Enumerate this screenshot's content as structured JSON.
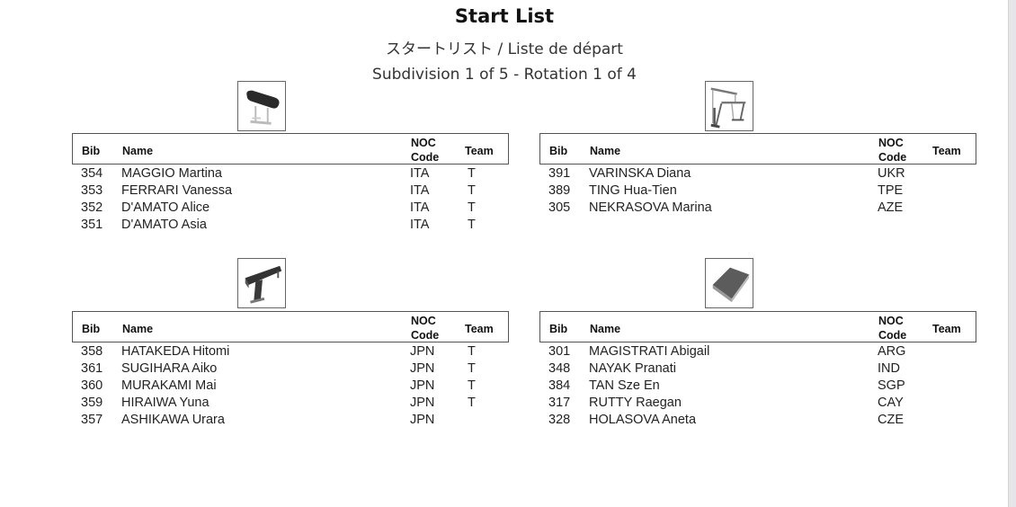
{
  "header": {
    "title": "Start List",
    "subtitle": "スタートリスト / Liste de départ",
    "subdivision": "Subdivision 1 of 5 - Rotation 1 of 4"
  },
  "columns": {
    "bib": "Bib",
    "name": "Name",
    "noc_line1": "NOC",
    "noc_line2": "Code",
    "team": "Team"
  },
  "groups": [
    {
      "apparatus_icon": "vault-icon",
      "rows": [
        {
          "bib": "354",
          "name": "MAGGIO Martina",
          "noc": "ITA",
          "team": "T"
        },
        {
          "bib": "353",
          "name": "FERRARI Vanessa",
          "noc": "ITA",
          "team": "T"
        },
        {
          "bib": "352",
          "name": "D'AMATO Alice",
          "noc": "ITA",
          "team": "T"
        },
        {
          "bib": "351",
          "name": "D'AMATO Asia",
          "noc": "ITA",
          "team": "T"
        }
      ]
    },
    {
      "apparatus_icon": "uneven-bars-icon",
      "rows": [
        {
          "bib": "391",
          "name": "VARINSKA Diana",
          "noc": "UKR",
          "team": ""
        },
        {
          "bib": "389",
          "name": "TING Hua-Tien",
          "noc": "TPE",
          "team": ""
        },
        {
          "bib": "305",
          "name": "NEKRASOVA Marina",
          "noc": "AZE",
          "team": ""
        }
      ]
    },
    {
      "apparatus_icon": "balance-beam-icon",
      "rows": [
        {
          "bib": "358",
          "name": "HATAKEDA Hitomi",
          "noc": "JPN",
          "team": "T"
        },
        {
          "bib": "361",
          "name": "SUGIHARA Aiko",
          "noc": "JPN",
          "team": "T"
        },
        {
          "bib": "360",
          "name": "MURAKAMI Mai",
          "noc": "JPN",
          "team": "T"
        },
        {
          "bib": "359",
          "name": "HIRAIWA Yuna",
          "noc": "JPN",
          "team": "T"
        },
        {
          "bib": "357",
          "name": "ASHIKAWA Urara",
          "noc": "JPN",
          "team": ""
        }
      ]
    },
    {
      "apparatus_icon": "floor-exercise-icon",
      "rows": [
        {
          "bib": "301",
          "name": "MAGISTRATI Abigail",
          "noc": "ARG",
          "team": ""
        },
        {
          "bib": "348",
          "name": "NAYAK Pranati",
          "noc": "IND",
          "team": ""
        },
        {
          "bib": "384",
          "name": "TAN Sze En",
          "noc": "SGP",
          "team": ""
        },
        {
          "bib": "317",
          "name": "RUTTY Raegan",
          "noc": "CAY",
          "team": ""
        },
        {
          "bib": "328",
          "name": "HOLASOVA Aneta",
          "noc": "CZE",
          "team": ""
        }
      ]
    }
  ]
}
